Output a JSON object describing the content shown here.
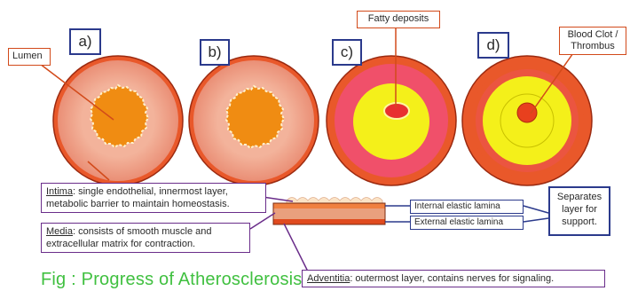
{
  "panels": [
    {
      "label": "a)"
    },
    {
      "label": "b)"
    },
    {
      "label": "c)"
    },
    {
      "label": "d)"
    }
  ],
  "callouts": {
    "lumen": "Lumen",
    "fatty_deposits": "Fatty deposits",
    "blood_clot": "Blood Clot / Thrombus"
  },
  "layers": {
    "intima": {
      "term": "Intima",
      "text": " single endothelial, innermost layer, metabolic barrier to maintain homeostasis."
    },
    "media": {
      "term": "Media",
      "text": " consists of smooth muscle and extracellular matrix for contraction."
    },
    "adventitia": {
      "term": "Adventitia",
      "text": " outermost layer, contains nerves for signaling."
    }
  },
  "lamina": {
    "internal": "Internal elastic lamina",
    "external": "External elastic lamina",
    "separates": "Separates layer for support."
  },
  "caption": "Fig : Progress of Atherosclerosis",
  "colors": {
    "adventitia": "#e9582a",
    "media": "#f0a28a",
    "lumen": "#f08c12",
    "plaque": "#f4f01a",
    "clot": "#e8401e",
    "lumen_border": "#fff1cc",
    "caption": "#40c040"
  }
}
